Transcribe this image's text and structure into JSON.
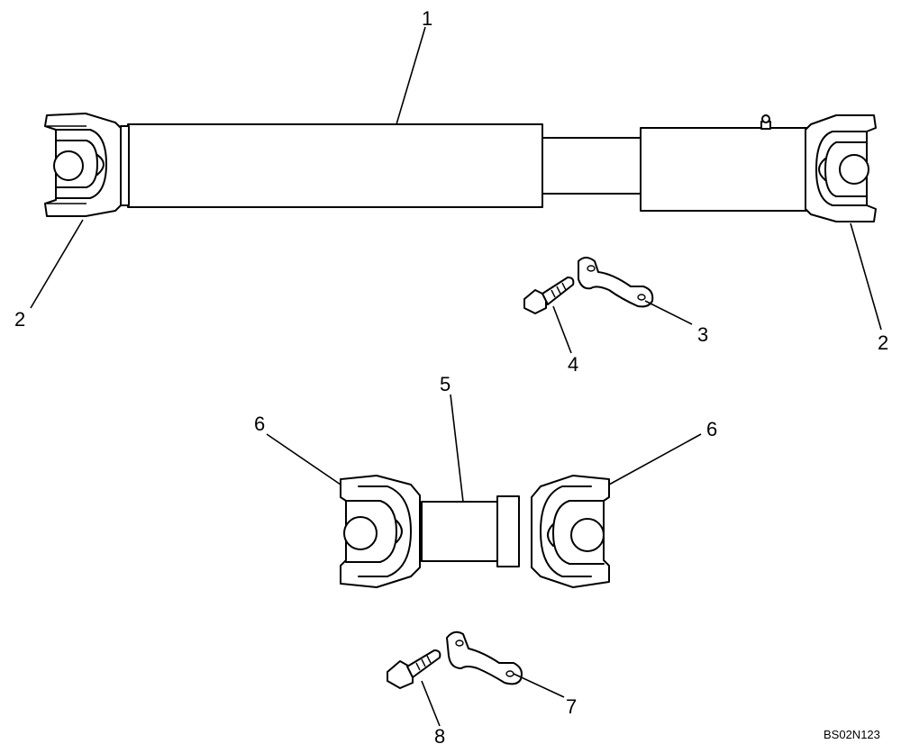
{
  "callouts": {
    "c1": "1",
    "c2_left": "2",
    "c2_right": "2",
    "c3": "3",
    "c4": "4",
    "c5": "5",
    "c6_left": "6",
    "c6_right": "6",
    "c7": "7",
    "c8": "8"
  },
  "reference_code": "BS02N123"
}
